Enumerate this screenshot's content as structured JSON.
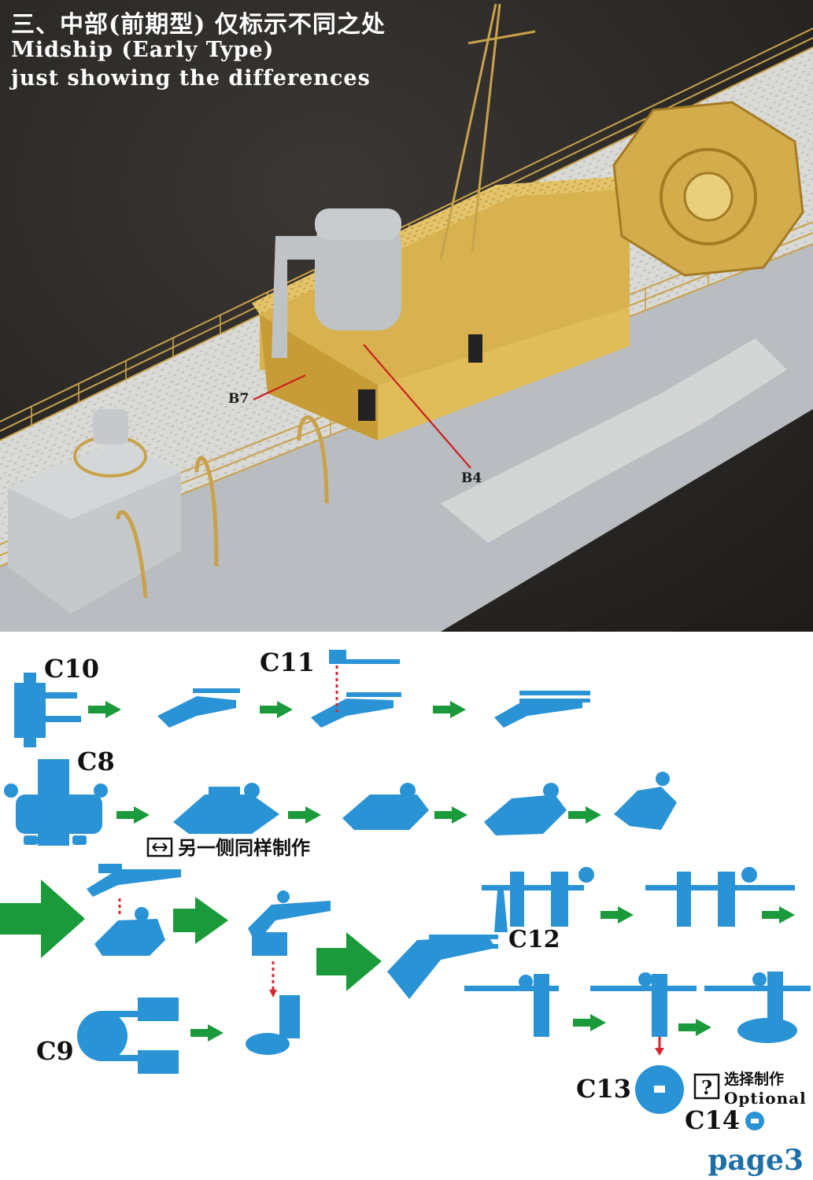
{
  "header": {
    "title_cn": "三、中部(前期型) 仅标示不同之处",
    "title_en_line1": "Midship (Early Type)",
    "title_en_line2": "just showing the differences"
  },
  "photo_labels": {
    "b7": "B7",
    "b4": "B4"
  },
  "parts": {
    "c10": "C10",
    "c11": "C11",
    "c8": "C8",
    "c9": "C9",
    "c12": "C12",
    "c13": "C13",
    "c14": "C14"
  },
  "notes": {
    "other_side": "另一侧同样制作",
    "optional_cn": "选择制作",
    "optional_en": "Optional",
    "optional_mark": "?"
  },
  "page": "page3",
  "colors": {
    "part_blue": "#2a93d5",
    "arrow_green": "#1a9a3a",
    "dashed_red": "#d8262d",
    "leader_red": "#cc1f1f",
    "page_label": "#1e6fa8"
  },
  "icons": [
    "double-arrow-icon",
    "question-icon"
  ]
}
